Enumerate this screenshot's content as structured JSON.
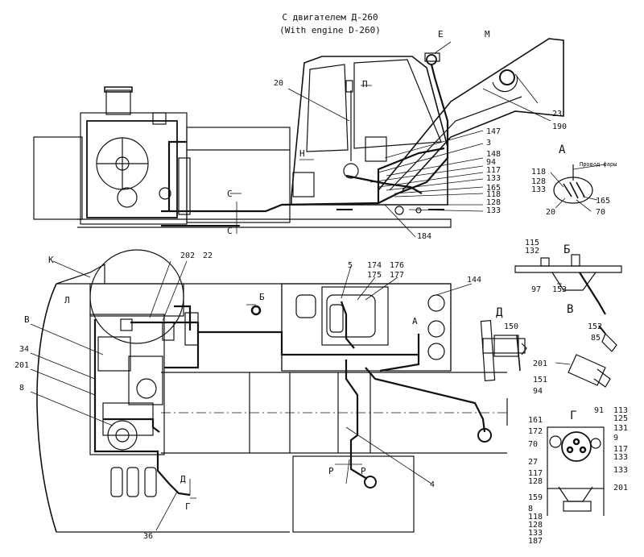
{
  "title": {
    "line1": "С двигателем Д-260",
    "line2": "(With engine D-260)"
  },
  "view_letters": {
    "top_view": [
      "Е",
      "М",
      "П",
      "Н",
      "С",
      "С"
    ],
    "plan_view": [
      "К",
      "Л",
      "В",
      "Б",
      "А",
      "Д",
      "Г",
      "Р",
      "Р"
    ]
  },
  "callouts": {
    "top_view": [
      "20",
      "23",
      "190",
      "147",
      "3",
      "148",
      "94",
      "117",
      "133",
      "165",
      "118",
      "128",
      "133",
      "184"
    ],
    "plan_view": [
      "202",
      "22",
      "5",
      "174",
      "175",
      "176",
      "177",
      "144",
      "34",
      "201",
      "8",
      "4",
      "36"
    ]
  },
  "detail_a": {
    "letter": "А",
    "label": "Провод фары",
    "callouts": [
      "118",
      "128",
      "133",
      "165",
      "20",
      "70"
    ]
  },
  "detail_b": {
    "letter": "Б",
    "callouts": [
      "115",
      "132",
      "97",
      "153"
    ]
  },
  "detail_v": {
    "letter": "В",
    "callouts": [
      "152",
      "85",
      "201",
      "151",
      "94"
    ]
  },
  "detail_d": {
    "letter": "Д",
    "callouts": [
      "150"
    ]
  },
  "detail_g": {
    "letter": "Г",
    "callouts": [
      "161",
      "172",
      "91",
      "113",
      "125",
      "131",
      "9",
      "70",
      "117",
      "133",
      "27",
      "117",
      "128",
      "133",
      "159",
      "201",
      "8",
      "118",
      "128",
      "133",
      "187"
    ]
  }
}
